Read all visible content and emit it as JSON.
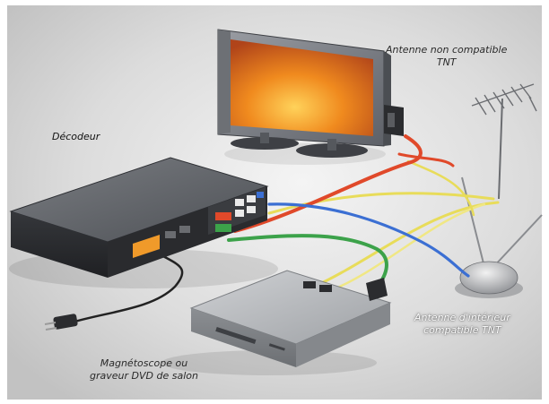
{
  "labels": {
    "decoder": "Décodeur",
    "antenna_outdoor": [
      "Antenne non compatible",
      "TNT"
    ],
    "antenna_indoor": [
      "Antenne d'intérieur",
      "compatible TNT"
    ],
    "recorder": [
      "Magnétoscope ou",
      "graveur DVD de salon"
    ]
  },
  "colors": {
    "background": "#dedede",
    "scart_red": "#e0492a",
    "cable_blue": "#3b6fd3",
    "cable_green": "#3ca24a",
    "cable_yellow": "#e8dc5a",
    "screen_orange": "#f08a1e"
  }
}
